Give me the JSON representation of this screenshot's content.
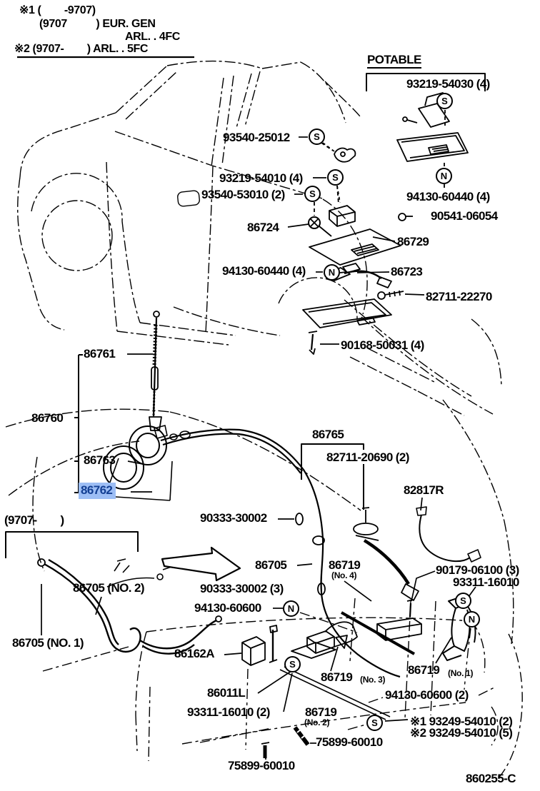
{
  "page": {
    "background": "#ffffff",
    "line_color": "#000000"
  },
  "highlight": {
    "background": "#9dbef5",
    "text_color": "#133f93"
  },
  "legend": {
    "line1": "※1 (        -9707)",
    "line2": "(9707          ) EUR. GEN",
    "line3": "ARL. . 4FC",
    "line4": "※2 (9707-        ) ARL. . 5FC"
  },
  "potable": {
    "title": "POTABLE"
  },
  "labels": [
    {
      "text": "※1 (        -9707)"
    },
    {
      "text": "(9707          ) EUR. GEN"
    },
    {
      "text": "ARL. . 4FC"
    },
    {
      "text": "※2 (9707-        ) ARL. . 5FC"
    },
    {
      "text": "POTABLE"
    },
    {
      "text": "93219-54030 (4)"
    },
    {
      "text": "94130-60440 (4)"
    },
    {
      "text": "90541-06054"
    },
    {
      "text": "93540-25012"
    },
    {
      "text": "93219-54010 (4)"
    },
    {
      "text": "93540-53010 (2)"
    },
    {
      "text": "86724"
    },
    {
      "text": "94130-60440 (4)"
    },
    {
      "text": "86729"
    },
    {
      "text": "86723"
    },
    {
      "text": "82711-22270"
    },
    {
      "text": "90168-50031 (4)"
    },
    {
      "text": "86761"
    },
    {
      "text": "86760"
    },
    {
      "text": "86763"
    },
    {
      "text": "86762"
    },
    {
      "text": "86765"
    },
    {
      "text": "82711-20690 (2)"
    },
    {
      "text": "82817R"
    },
    {
      "text": "90333-30002"
    },
    {
      "text": "86705"
    },
    {
      "text": "86719"
    },
    {
      "text": "(No. 4)"
    },
    {
      "text": "90179-06100 (3)"
    },
    {
      "text": "93311-16010"
    },
    {
      "text": "90333-30002 (3)"
    },
    {
      "text": "94130-60600"
    },
    {
      "text": "86162A"
    },
    {
      "text": "86011L"
    },
    {
      "text": "93311-16010 (2)"
    },
    {
      "text": "86719"
    },
    {
      "text": "(No. 3)"
    },
    {
      "text": "86719"
    },
    {
      "text": "(No. 1)"
    },
    {
      "text": "94130-60600 (2)"
    },
    {
      "text": "86719"
    },
    {
      "text": "(No. 2)"
    },
    {
      "text": "※1 93249-54010 (2)"
    },
    {
      "text": "※2 93249-54010 (5)"
    },
    {
      "text": "75899-60010"
    },
    {
      "text": "75899-60010"
    },
    {
      "text": "(9707-        )"
    },
    {
      "text": "86705 (NO. 2)"
    },
    {
      "text": "86705 (NO. 1)"
    },
    {
      "text": "860255-C"
    }
  ],
  "symbols": [
    {
      "letter": "S"
    },
    {
      "letter": "S"
    },
    {
      "letter": "S"
    },
    {
      "letter": "N"
    },
    {
      "letter": "S"
    },
    {
      "letter": "N"
    },
    {
      "letter": "S"
    },
    {
      "letter": "N"
    },
    {
      "letter": "N"
    },
    {
      "letter": "S"
    },
    {
      "letter": "S"
    }
  ]
}
